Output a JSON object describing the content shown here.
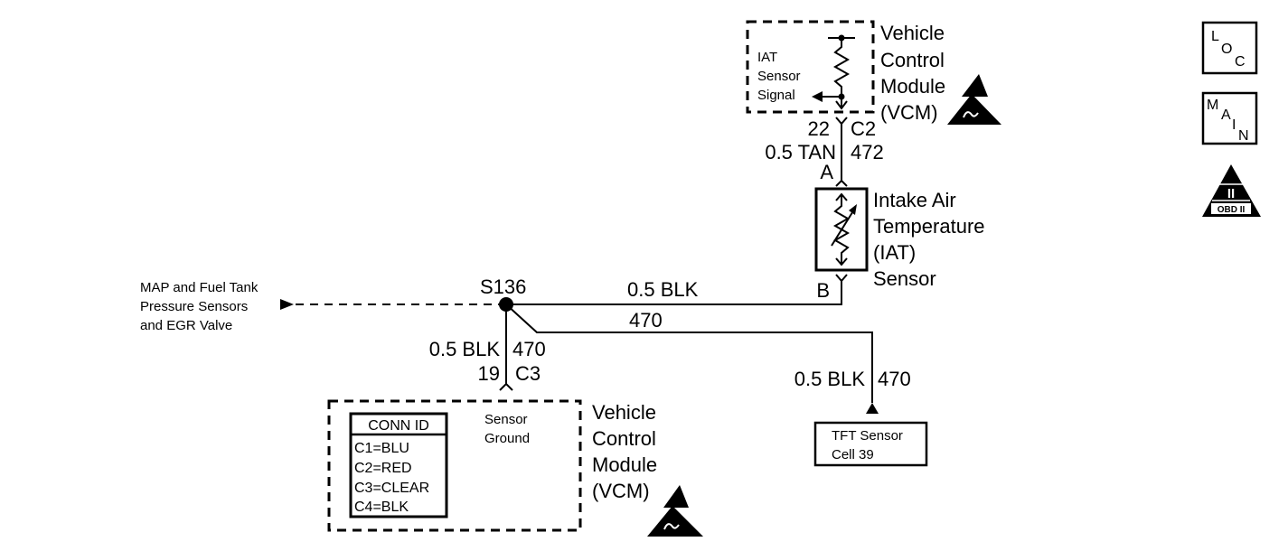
{
  "vcm_top": {
    "title_lines": [
      "Vehicle",
      "Control",
      "Module",
      "(VCM)"
    ],
    "signal_lines": [
      "IAT",
      "Sensor",
      "Signal"
    ],
    "pin": "22",
    "connector": "C2"
  },
  "iat_wire": {
    "gauge_color": "0.5 TAN",
    "circuit": "472"
  },
  "iat_sensor": {
    "pin_a": "A",
    "pin_b": "B",
    "title_lines": [
      "Intake Air",
      "Temperature",
      "(IAT)",
      "Sensor"
    ]
  },
  "splice": {
    "label": "S136"
  },
  "ground_wire_top": {
    "label": "0.5 BLK"
  },
  "ground_wire_tft": {
    "label": "470",
    "gauge_color": "0.5 BLK",
    "circuit": "470"
  },
  "ground_wire_vcm": {
    "gauge_color": "0.5 BLK",
    "circuit": "470",
    "pin": "19",
    "connector": "C3"
  },
  "map_ref": {
    "lines": [
      "MAP and Fuel Tank",
      "Pressure Sensors",
      "and EGR Valve"
    ]
  },
  "tft_ref": {
    "lines": [
      "TFT Sensor",
      "Cell 39"
    ]
  },
  "vcm_bottom": {
    "title_lines": [
      "Vehicle",
      "Control",
      "Module",
      "(VCM)"
    ],
    "ground_lines": [
      "Sensor",
      "Ground"
    ],
    "conn_id_header": "CONN ID",
    "conn_ids": [
      "C1=BLU",
      "C2=RED",
      "C3=CLEAR",
      "C4=BLK"
    ]
  },
  "side_icons": {
    "loc": [
      "L",
      "O",
      "C"
    ],
    "main": [
      "M",
      "A",
      "I",
      "N"
    ],
    "obd_numeral": "II",
    "obd_label": "OBD II"
  }
}
